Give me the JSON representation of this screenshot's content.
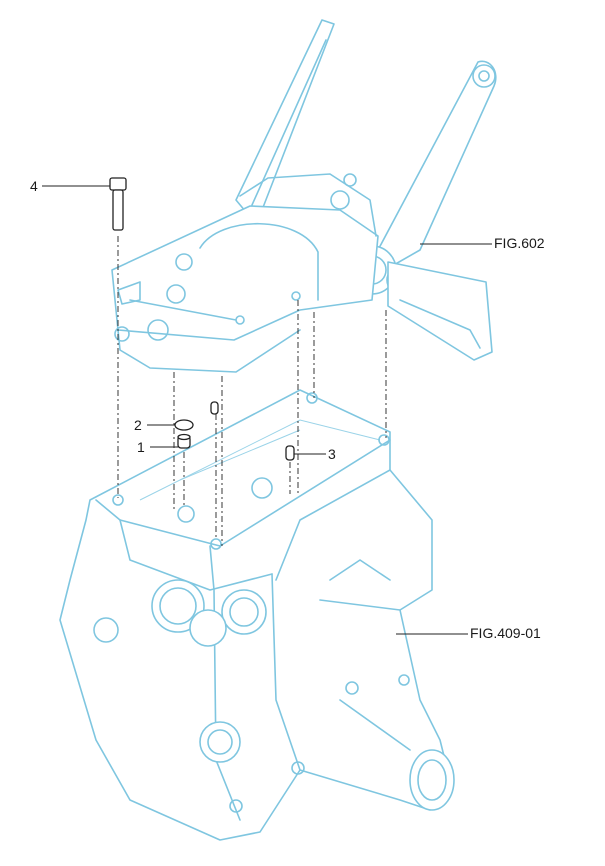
{
  "callouts": {
    "part_4": "4",
    "part_2": "2",
    "part_1": "1",
    "part_3": "3",
    "ref_upper": "FIG.602",
    "ref_lower": "FIG.409-01"
  },
  "colors": {
    "outline": "#7fc6e0",
    "leader": "#222222",
    "background": "#ffffff"
  }
}
